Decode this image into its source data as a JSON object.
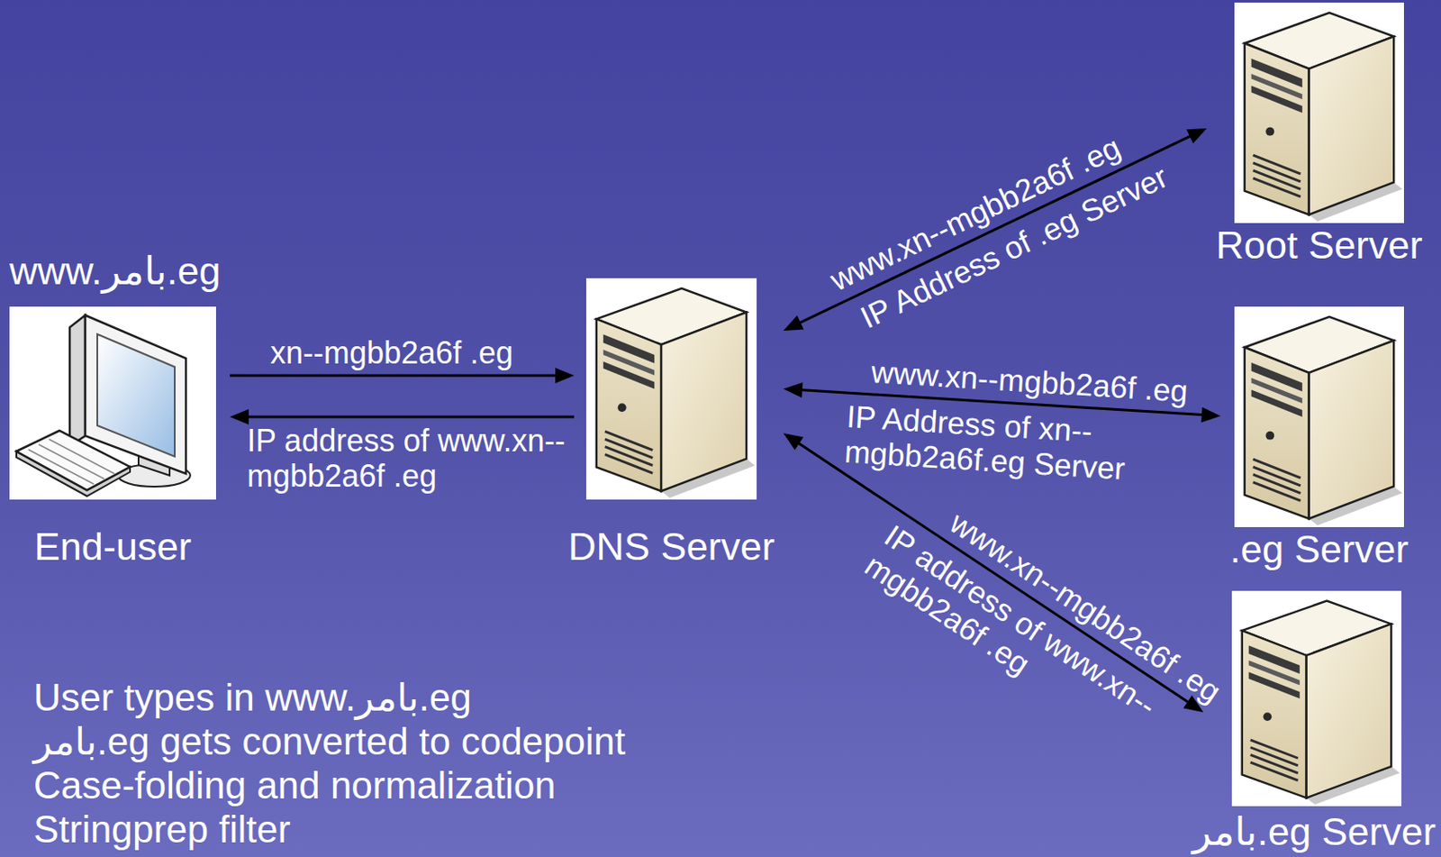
{
  "diagram": {
    "nodes": [
      {
        "text": [
          "www.بامر.eg",
          "End-user"
        ]
      },
      {
        "text": [
          "DNS Server"
        ]
      },
      {
        "text": [
          "Root Server"
        ]
      },
      {
        "text": [
          ".eg Server"
        ]
      },
      {
        "text": [
          "بامر.eg Server"
        ]
      }
    ],
    "edges": [
      {
        "from": 0,
        "to": 1,
        "arrow": "to",
        "label": "xn--mgbb2a6f .eg"
      },
      {
        "from": 1,
        "to": 0,
        "arrow": "to",
        "label": "IP address of www.xn--mgbb2a6f .eg"
      },
      {
        "from": 1,
        "to": 2,
        "arrow": "both",
        "label": "www.xn--mgbb2a6f .eg"
      },
      {
        "from": 1,
        "to": 3,
        "arrow": "both",
        "label": "www.xn--mgbb2a6f .eg"
      },
      {
        "from": 1,
        "to": 4,
        "arrow": "both",
        "label": "www.xn--mgbb2a6f .eg"
      }
    ],
    "labels": [
      "IP Address of .eg Server",
      "IP Address of xn--mgbb2a6f.eg Server",
      "IP address of www.xn--mgbb2a6f .eg",
      "User types in www.بامر.eg",
      "بامر.eg gets converted to codepoint",
      "Case-folding and normalization",
      "Stringprep filter"
    ]
  }
}
